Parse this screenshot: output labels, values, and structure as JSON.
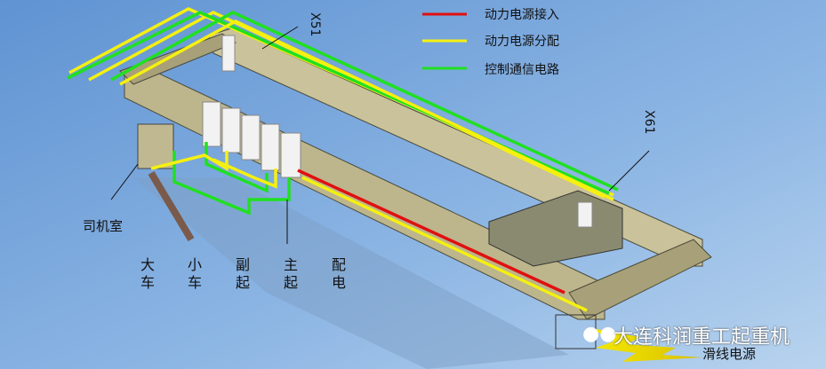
{
  "legend": [
    {
      "label": "动力电源接入",
      "color": "#e01010"
    },
    {
      "label": "动力电源分配",
      "color": "#f5f010"
    },
    {
      "label": "控制通信电路",
      "color": "#20e020"
    }
  ],
  "callouts": {
    "x51": "X51",
    "x61": "X61",
    "cab": "司机室"
  },
  "columns": [
    {
      "top": "大",
      "bottom": "车"
    },
    {
      "top": "小",
      "bottom": "车"
    },
    {
      "top": "副",
      "bottom": "起"
    },
    {
      "top": "主",
      "bottom": "起"
    },
    {
      "top": "配",
      "bottom": "电"
    }
  ],
  "watermark": "大连科润重工起重机",
  "sliding_line_label": "滑线电源"
}
